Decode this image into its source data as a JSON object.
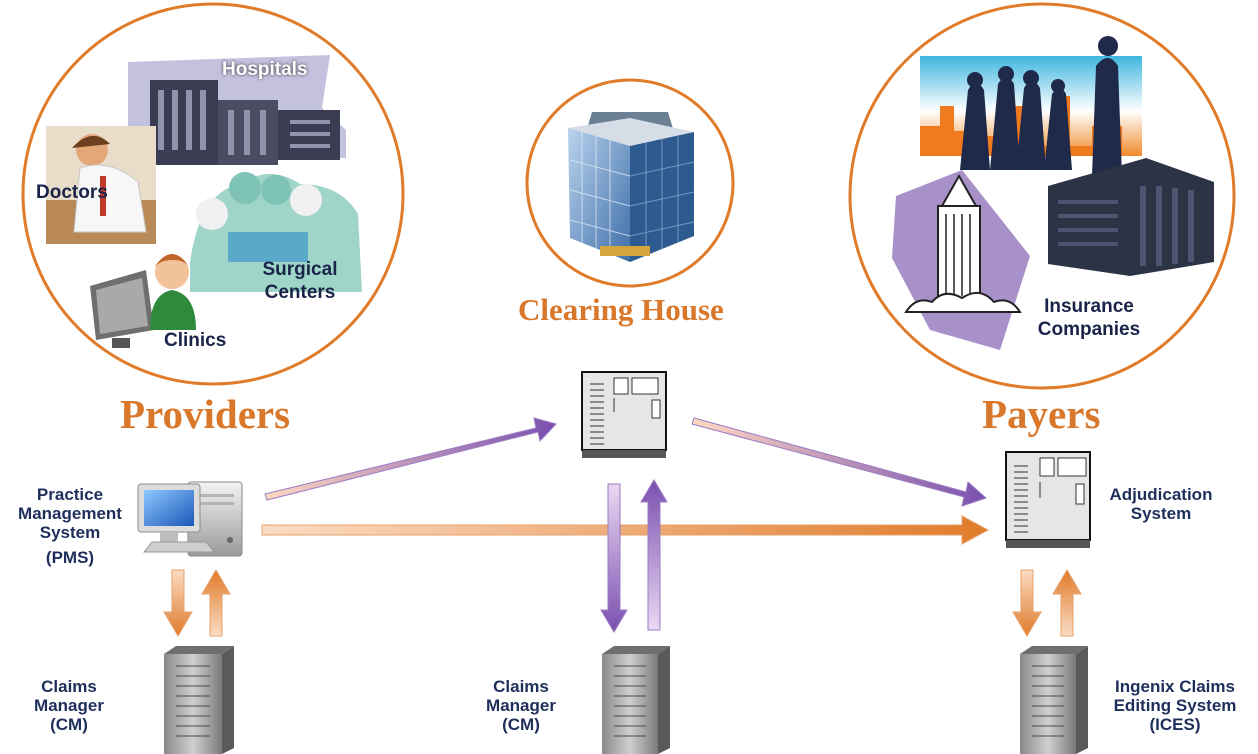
{
  "providers": {
    "title": "Providers",
    "labels": {
      "hospitals": "Hospitals",
      "doctors": "Doctors",
      "surgical_centers": [
        "Surgical",
        "Centers"
      ],
      "clinics": "Clinics"
    }
  },
  "clearing_house": {
    "title": "Clearing House"
  },
  "payers": {
    "title": "Payers",
    "labels": {
      "insurance_companies": [
        "Insurance",
        "Companies"
      ]
    }
  },
  "systems": {
    "pms": [
      "Practice",
      "Management",
      "System",
      "(PMS)"
    ],
    "claims_manager_left": [
      "Claims",
      "Manager",
      "(CM)"
    ],
    "claims_manager_center": [
      "Claims",
      "Manager",
      "(CM)"
    ],
    "adjudication": [
      "Adjudication",
      "System"
    ],
    "ices": [
      "Ingenix Claims",
      "Editing System",
      "(ICES)"
    ]
  },
  "colors": {
    "circle_stroke": "#e07b2a",
    "title_orange": "#d9772b",
    "label_navy": "#1f2f5c",
    "arrow_purple": "#7a4fb0",
    "arrow_orange": "#e07b2a"
  }
}
